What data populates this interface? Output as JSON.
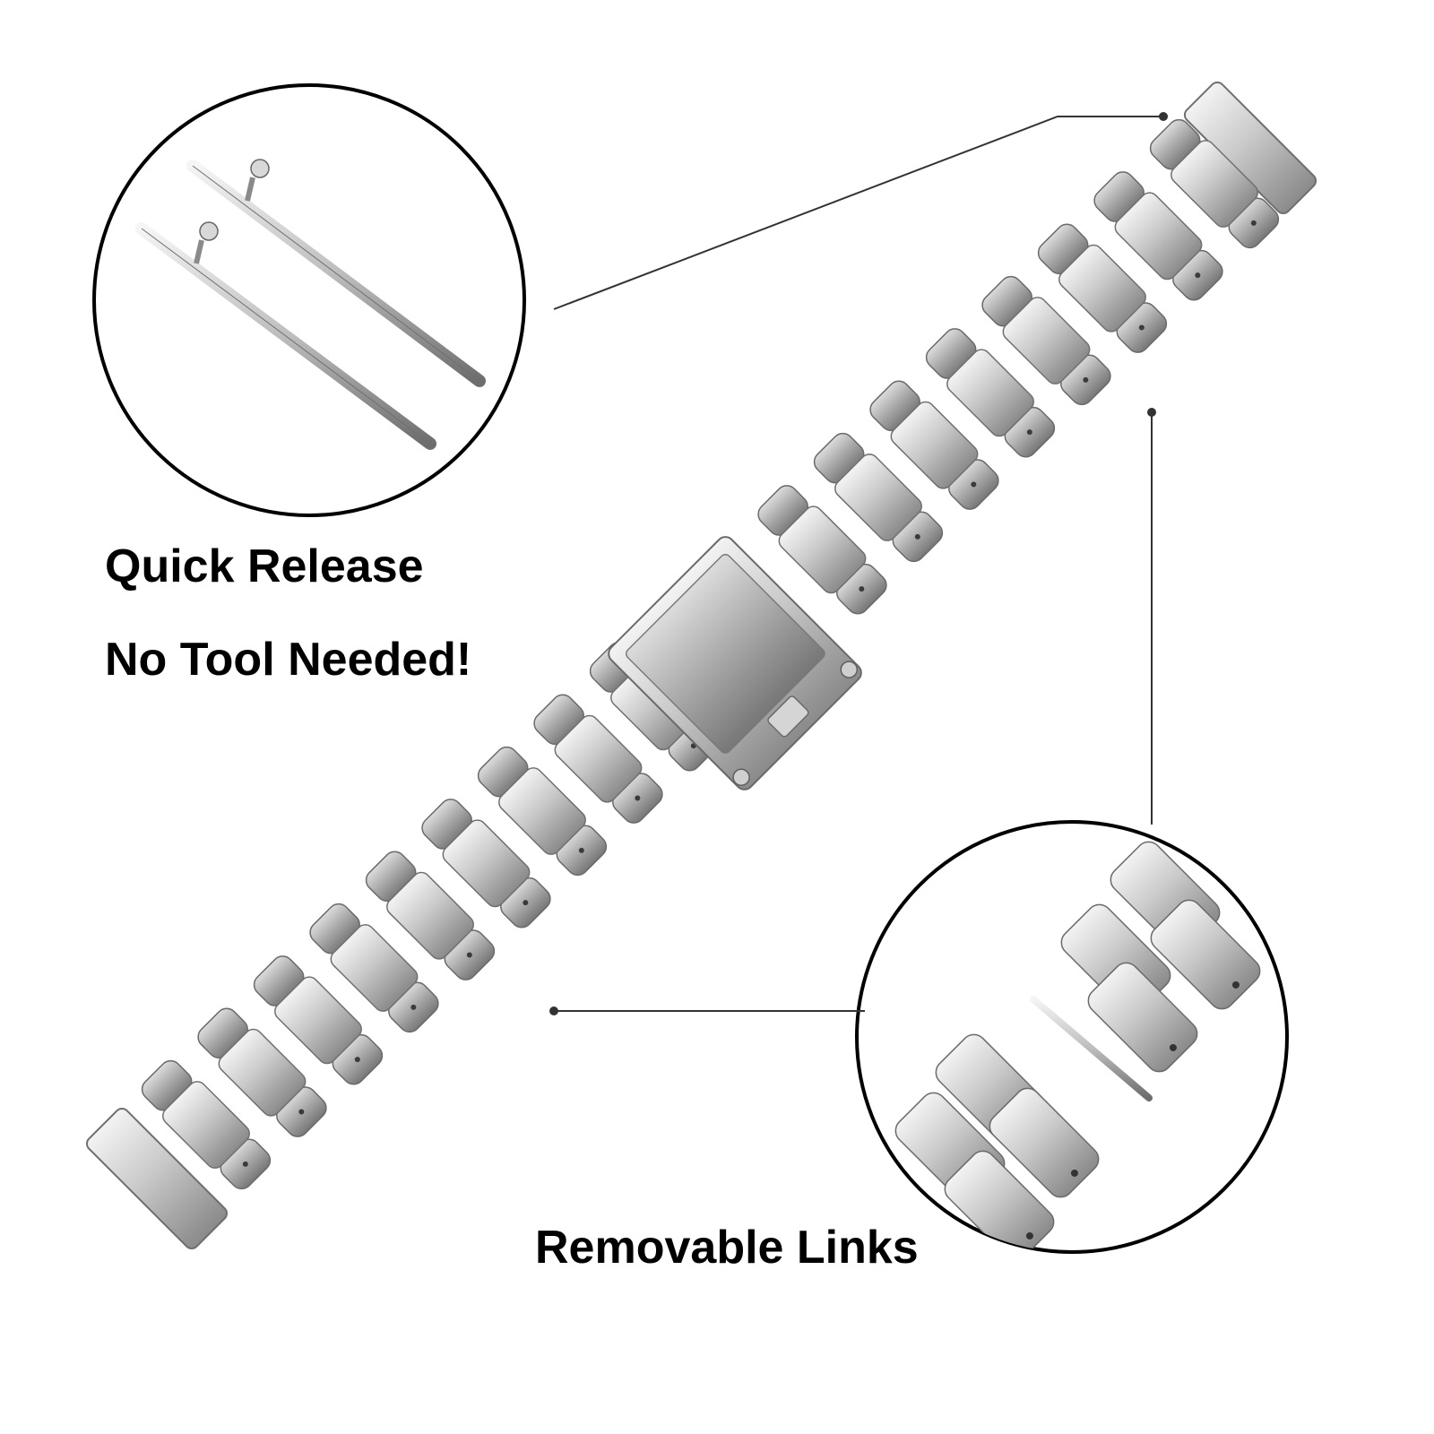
{
  "captions": {
    "quick_release": "Quick Release",
    "no_tool": "No Tool Needed!",
    "removable_links": "Removable Links"
  },
  "colors": {
    "background": "#ffffff",
    "text": "#000000",
    "metal_light": "#e8e8e8",
    "metal_mid": "#b9b9b9",
    "metal_dark": "#7d7d7d",
    "outline": "#000000"
  }
}
